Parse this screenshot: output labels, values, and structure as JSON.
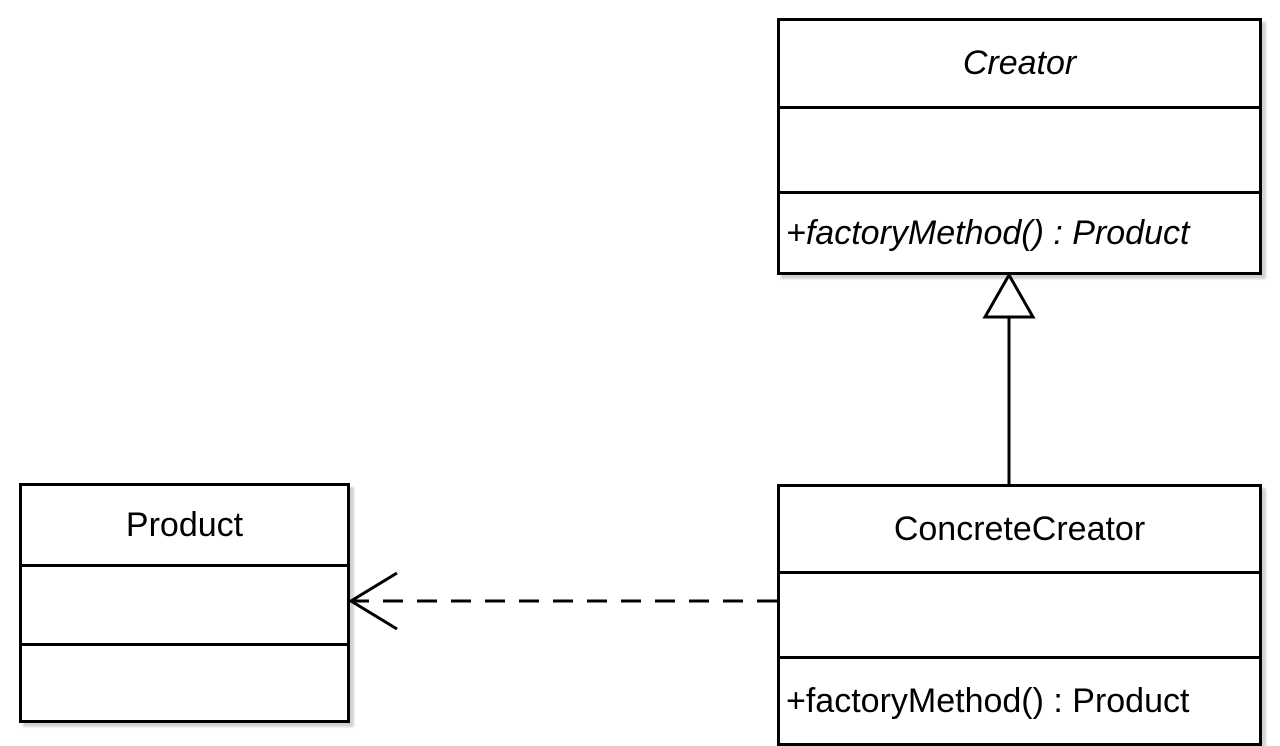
{
  "classes": {
    "creator": {
      "name": "Creator",
      "attributes": "",
      "operation": "+factoryMethod() : Product"
    },
    "concrete_creator": {
      "name": "ConcreteCreator",
      "attributes": "",
      "operation": "+factoryMethod() : Product"
    },
    "product": {
      "name": "Product",
      "attributes": "",
      "operations": ""
    }
  },
  "relationships": [
    {
      "type": "generalization",
      "from": "ConcreteCreator",
      "to": "Creator"
    },
    {
      "type": "dependency",
      "from": "ConcreteCreator",
      "to": "Product"
    }
  ],
  "colors": {
    "stroke": "#000000",
    "fill": "#ffffff"
  }
}
